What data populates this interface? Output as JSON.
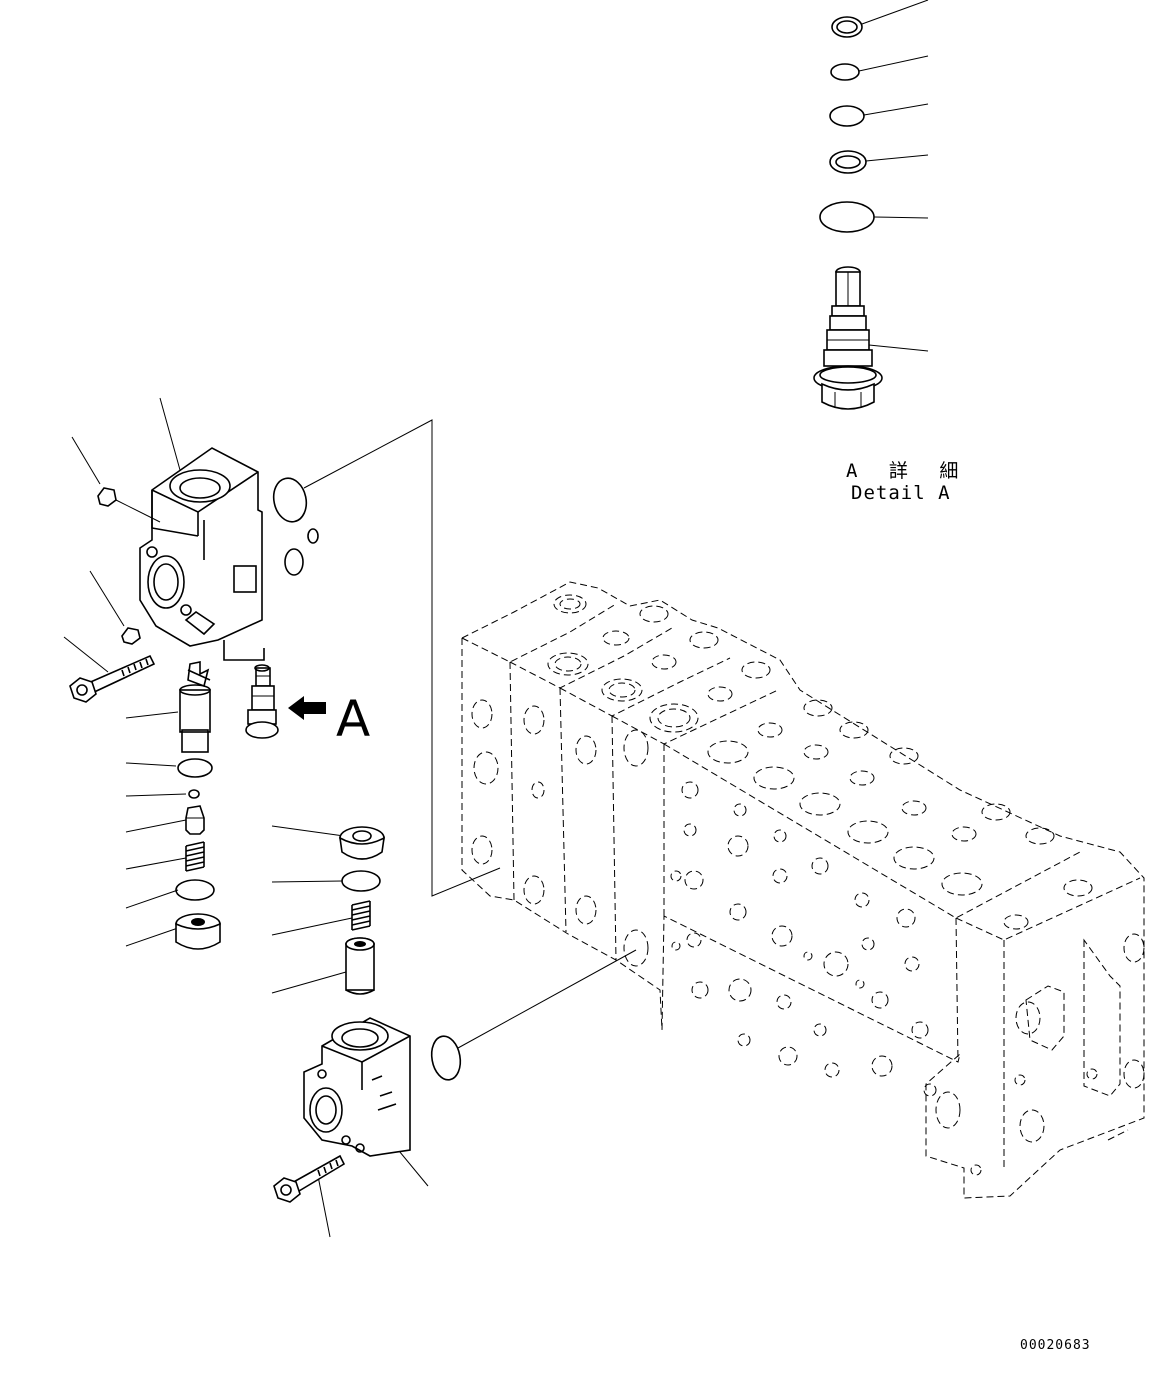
{
  "detail_label_jp": "A 詳 細",
  "detail_label_en": "Detail A",
  "view_marker": "A",
  "drawing_number": "00020683"
}
